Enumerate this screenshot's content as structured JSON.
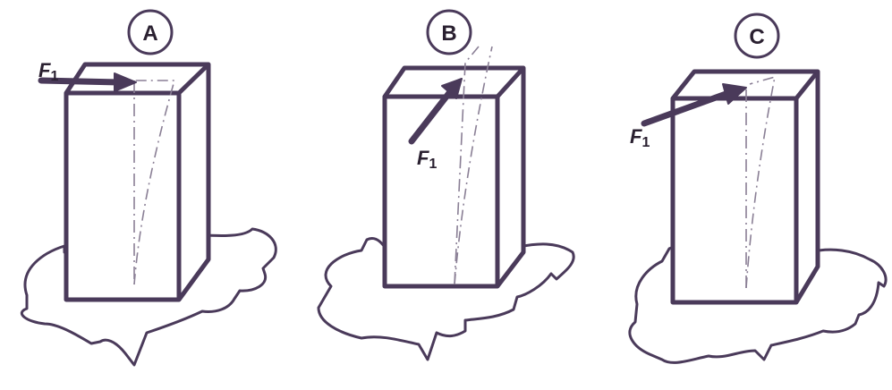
{
  "panels": [
    {
      "label": "A",
      "force_symbol": "F",
      "force_subscript": "1"
    },
    {
      "label": "B",
      "force_symbol": "F",
      "force_subscript": "1"
    },
    {
      "label": "C",
      "force_symbol": "F",
      "force_subscript": "1"
    }
  ],
  "colors": {
    "ink": "#4a3a5a",
    "dashed_line": "#8a7f95",
    "background": "#ffffff"
  }
}
